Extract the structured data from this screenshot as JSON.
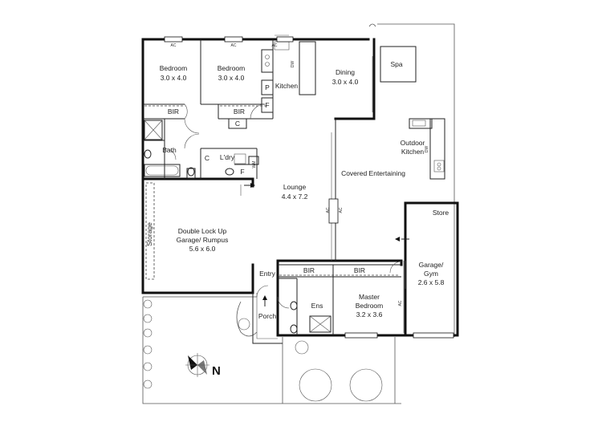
{
  "rooms": {
    "bedroom1": {
      "name": "Bedroom",
      "size": "3.0 x 4.0"
    },
    "bedroom2": {
      "name": "Bedroom",
      "size": "3.0 x 4.0"
    },
    "dining": {
      "name": "Dining",
      "size": "3.0 x 4.0"
    },
    "kitchen": {
      "name": "Kitchen"
    },
    "spa": {
      "name": "Spa"
    },
    "outdoor_kitchen": {
      "name": "Outdoor",
      "name2": "Kitchen"
    },
    "bath": {
      "name": "Bath"
    },
    "laundry": {
      "name": "L'dry"
    },
    "lounge": {
      "name": "Lounge",
      "size": "4.4 x 7.2"
    },
    "covered_entertaining": {
      "name": "Covered Entertaining"
    },
    "store": {
      "name": "Store"
    },
    "garage_rumpus": {
      "name": "Double Lock Up",
      "name2": "Garage/ Rumpus",
      "size": "5.6 x 6.0"
    },
    "storage": {
      "name": "Storage"
    },
    "garage_gym": {
      "name": "Garage/",
      "name2": "Gym",
      "size": "2.6 x 5.8"
    },
    "entry": {
      "name": "Entry"
    },
    "ensuite": {
      "name": "Ens"
    },
    "master": {
      "name": "Master",
      "name2": "Bedroom",
      "size": "3.2 x 3.6"
    },
    "porch": {
      "name": "Porch"
    }
  },
  "fixtures": {
    "bir_left": "BIR",
    "bir_right": "BIR",
    "bir_master_left": "BIR",
    "bir_master_right": "BIR",
    "cupboard_1": "C",
    "cupboard_2": "C",
    "pantry": "P",
    "fridge_kitchen": "F",
    "fridge_laundry": "F",
    "dishwasher": "DW",
    "dishwasher_outdoor": "DW",
    "aircon": "AC",
    "washer": "WM"
  },
  "compass": {
    "label": "N"
  }
}
